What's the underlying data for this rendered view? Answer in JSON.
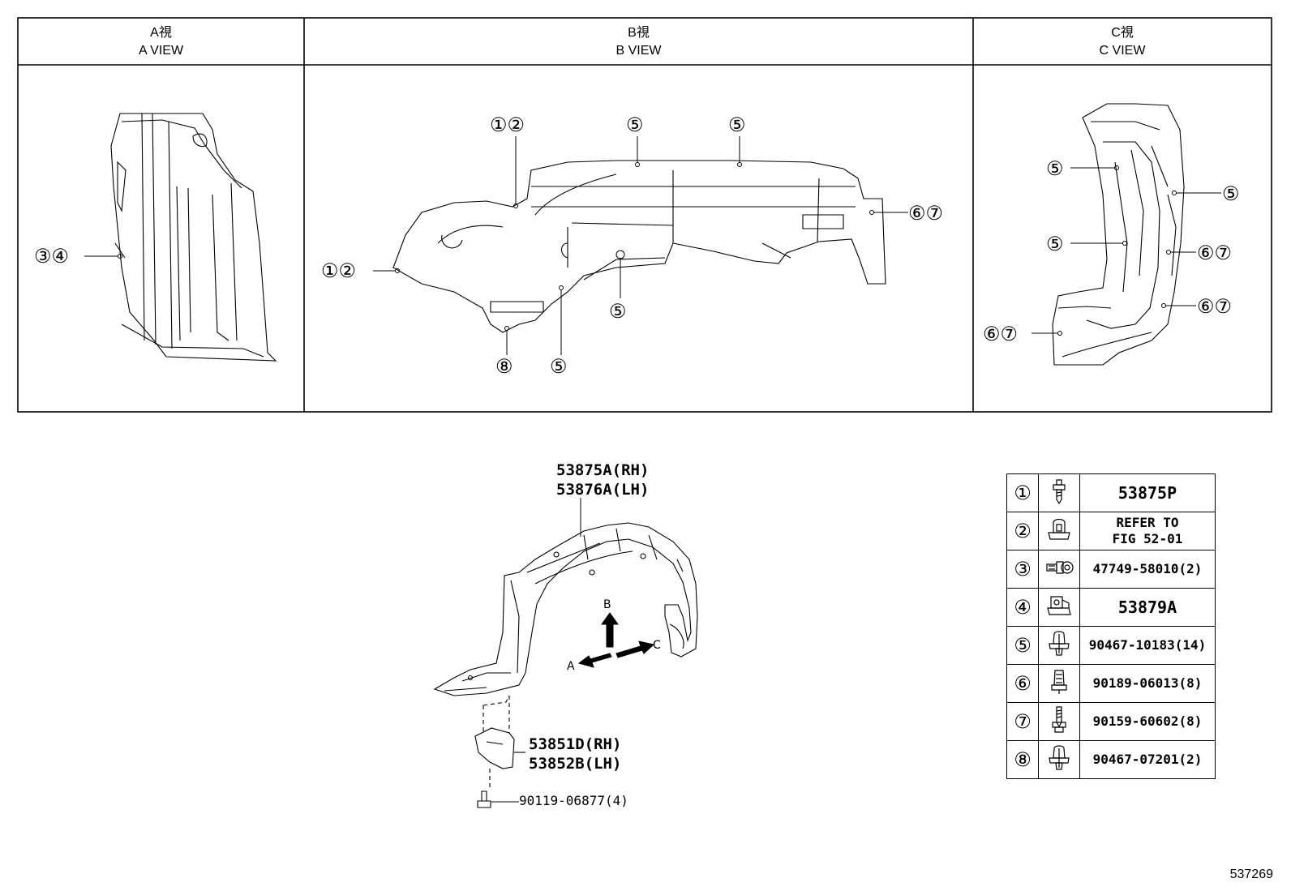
{
  "views": [
    {
      "jp": "A視",
      "en": "A VIEW"
    },
    {
      "jp": "B視",
      "en": "B VIEW"
    },
    {
      "jp": "C視",
      "en": "C VIEW"
    }
  ],
  "callouts": {
    "a_view": [
      "③④"
    ],
    "b_view": [
      "①②",
      "①②",
      "⑤",
      "⑤",
      "⑤",
      "⑤",
      "⑧",
      "⑥⑦"
    ],
    "c_view": [
      "⑤",
      "⑤",
      "⑤",
      "⑥⑦",
      "⑥⑦",
      "⑥⑦"
    ]
  },
  "main_parts": {
    "liner_rh": "53875A(RH)",
    "liner_lh": "53876A(LH)",
    "shield_rh": "53851D(RH)",
    "shield_lh": "53852B(LH)",
    "bolt": "90119-06877(4)",
    "arrow_a": "A",
    "arrow_b": "B",
    "arrow_c": "C"
  },
  "legend": [
    {
      "num": "①",
      "icon": "screw-icon",
      "part": "53875P"
    },
    {
      "num": "②",
      "icon": "clip-nut-icon",
      "part": "REFER TO\nFIG 52-01"
    },
    {
      "num": "③",
      "icon": "grommet-screw-icon",
      "part": "47749-58010(2)"
    },
    {
      "num": "④",
      "icon": "u-nut-icon",
      "part": "53879A"
    },
    {
      "num": "⑤",
      "icon": "push-clip-icon",
      "part": "90467-10183(14)"
    },
    {
      "num": "⑥",
      "icon": "nut-icon",
      "part": "90189-06013(8)"
    },
    {
      "num": "⑦",
      "icon": "tapping-screw-icon",
      "part": "90159-60602(8)"
    },
    {
      "num": "⑧",
      "icon": "push-clip-icon",
      "part": "90467-07201(2)"
    }
  ],
  "figure_number": "537269"
}
